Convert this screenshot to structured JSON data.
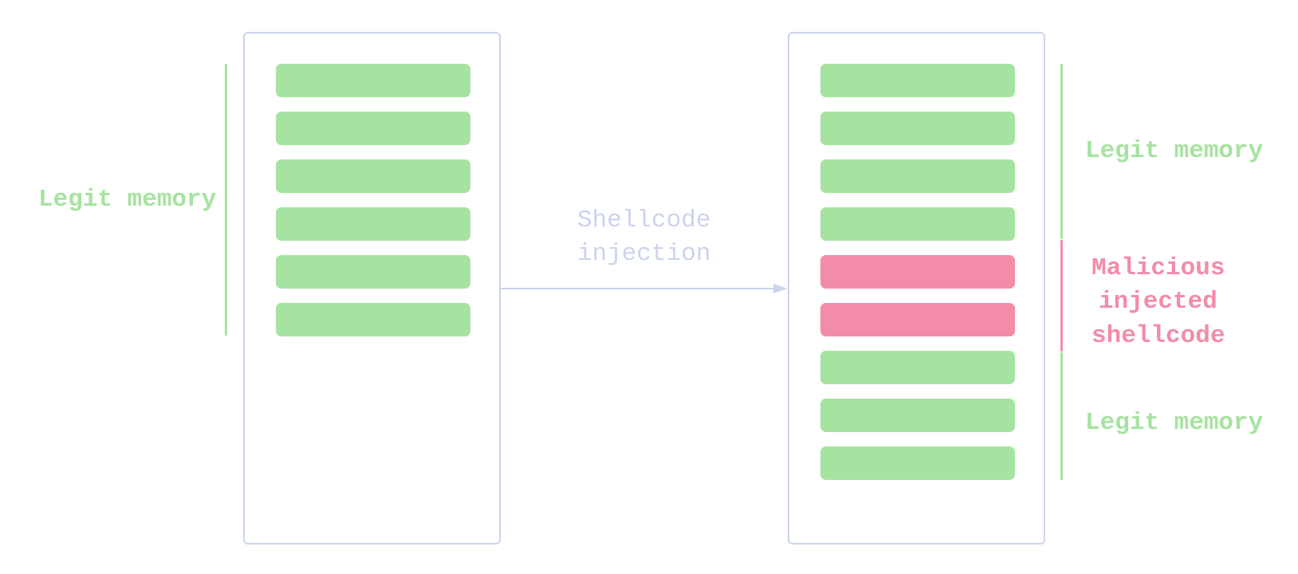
{
  "colors": {
    "legit": "#a6e3a0",
    "malicious": "#f28ca9",
    "panel_border": "#cbd3ef",
    "arrow": "#cbd3ef"
  },
  "before": {
    "label": "Legit memory",
    "blocks": [
      "legit",
      "legit",
      "legit",
      "legit",
      "legit",
      "legit"
    ]
  },
  "after": {
    "blocks": [
      "legit",
      "legit",
      "legit",
      "legit",
      "malicious",
      "malicious",
      "legit",
      "legit",
      "legit"
    ],
    "labels": {
      "top": "Legit memory",
      "middle": [
        "Malicious",
        "injected",
        "shellcode"
      ],
      "bottom": "Legit memory"
    }
  },
  "arrow": {
    "label": [
      "Shellcode",
      "injection"
    ]
  }
}
